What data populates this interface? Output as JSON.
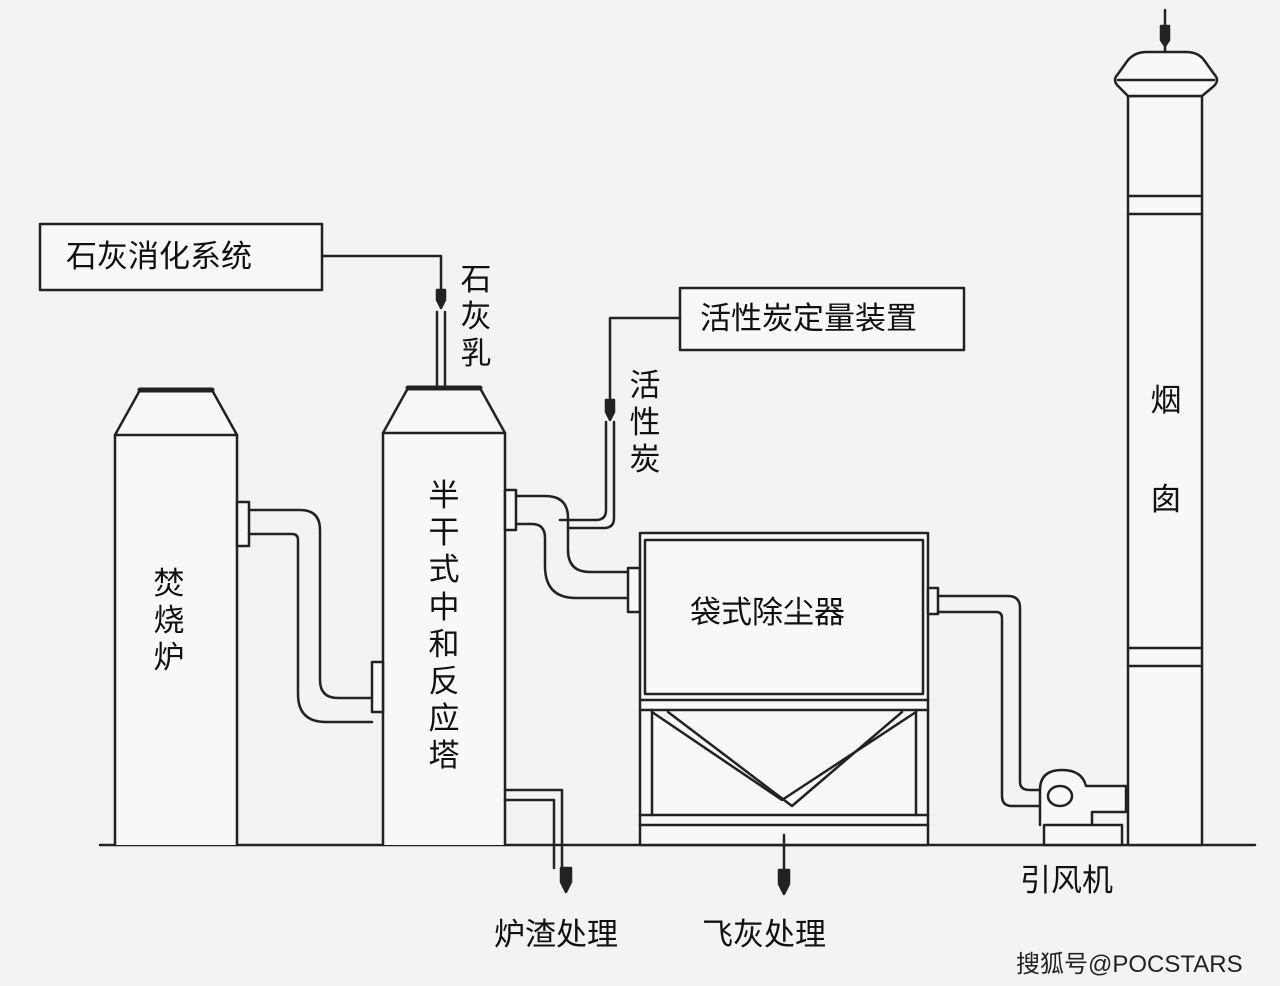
{
  "labels": {
    "lime_slaking_system": "石灰消化系统",
    "lime_milk": "石灰乳",
    "carbon_dosing_device": "活性炭定量装置",
    "activated_carbon": "活性炭",
    "incinerator": "焚烧炉",
    "reaction_tower": "半干式中和反应塔",
    "bag_filter": "袋式除尘器",
    "chimney": "烟囱",
    "induced_fan": "引风机",
    "slag_treatment": "炉渣处理",
    "fly_ash_treatment": "飞灰处理"
  },
  "watermark": "搜狐号@POCSTARS",
  "colors": {
    "line": "#222222",
    "fill": "#f8f8f8",
    "background": "#f3f3f3"
  }
}
